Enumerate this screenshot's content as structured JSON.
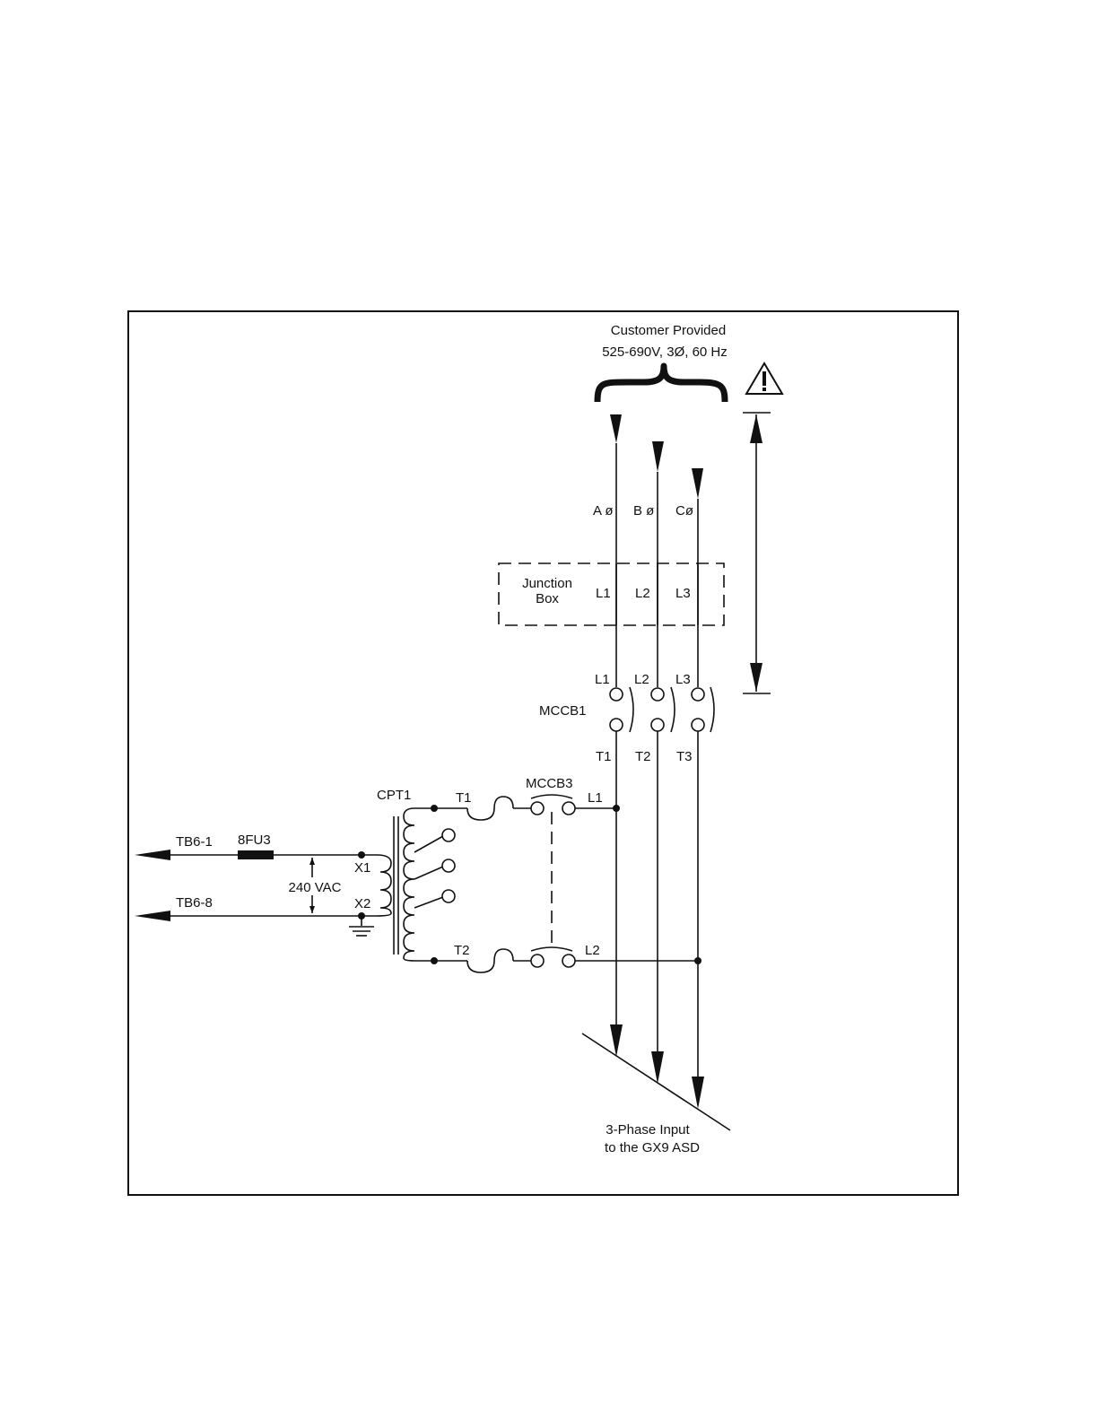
{
  "header": {
    "line1": "Customer Provided",
    "line2": "525-690V,  3Ø, 60 Hz"
  },
  "phases": {
    "a": "A ø",
    "b": "B ø",
    "c": "Cø"
  },
  "junction_box": {
    "line1": "Junction",
    "line2": "Box",
    "terminals": [
      "L1",
      "L2",
      "L3"
    ]
  },
  "mccb1": {
    "label": "MCCB1",
    "line_terminals": [
      "L1",
      "L2",
      "L3"
    ],
    "load_terminals": [
      "T1",
      "T2",
      "T3"
    ]
  },
  "mccb3": {
    "label": "MCCB3",
    "top_terminal": "L1",
    "bottom_terminal": "L2"
  },
  "transformer": {
    "label": "CPT1",
    "primary_top": "T1",
    "primary_bottom": "T2",
    "secondary_top": "X1",
    "secondary_bottom": "X2",
    "voltage": "240 VAC"
  },
  "outputs": {
    "tb1": "TB6-1",
    "tb8": "TB6-8",
    "fuse": "8FU3"
  },
  "footer": {
    "line1": "3-Phase Input",
    "line2": "to the GX9 ASD"
  },
  "icons": {
    "warning": "warning-triangle-icon",
    "ground": "ground-icon"
  }
}
